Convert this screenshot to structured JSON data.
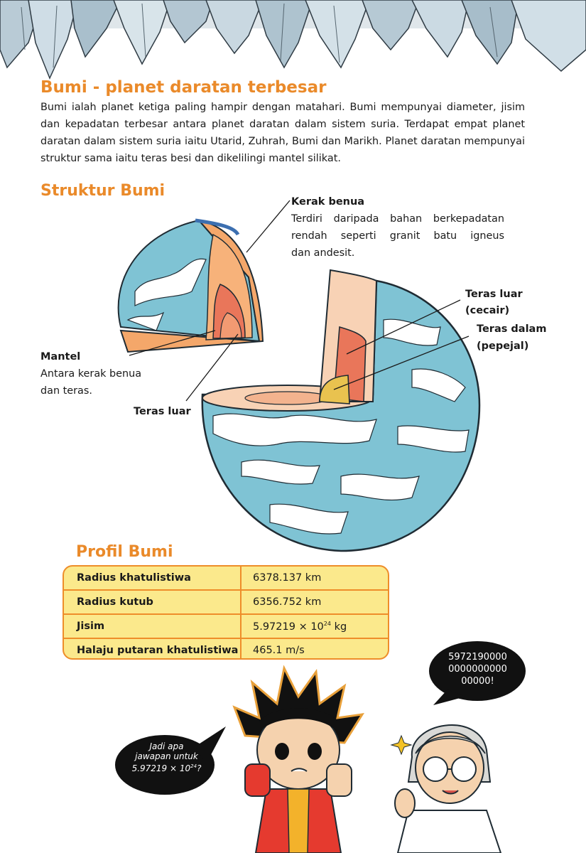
{
  "header": {
    "title": "Bumi - planet daratan terbesar",
    "intro": "Bumi ialah planet ketiga paling hampir dengan matahari. Bumi mempunyai diameter, jisim dan kepadatan terbesar antara planet daratan dalam sistem suria. Terdapat empat planet daratan dalam sistem suria iaitu Utarid, Zuhrah, Bumi dan Marikh. Planet daratan mempunyai struktur sama iaitu teras besi dan dikelilingi mantel silikat."
  },
  "structure": {
    "title": "Struktur Bumi",
    "labels": {
      "crust_title": "Kerak benua",
      "crust_desc_1": "Terdiri daripada bahan berkepadatan",
      "crust_desc_2": "rendah seperti granit batu igneus",
      "crust_desc_3": "dan andesit.",
      "mantle_title": "Mantel",
      "mantle_desc_1": "Antara kerak benua",
      "mantle_desc_2": "dan teras.",
      "outer_core_left": "Teras luar",
      "outer_core_right_1": "Teras luar",
      "outer_core_right_2": "(cecair)",
      "inner_core_1": "Teras dalam",
      "inner_core_2": "(pepejal)"
    }
  },
  "profile": {
    "title": "Profil Bumi",
    "rows": [
      {
        "label": "Radius khatulistiwa",
        "value": "6378.137 km"
      },
      {
        "label": "Radius kutub",
        "value": "6356.752 km"
      },
      {
        "label": "Jisim",
        "value_base": "5.97219 × 10",
        "value_exp": "24",
        "value_unit": " kg"
      },
      {
        "label": "Halaju putaran khatulistiwa",
        "value": "465.1 m/s"
      }
    ]
  },
  "comic": {
    "left_bubble_1": "Jadi apa",
    "left_bubble_2": "jawapan untuk",
    "left_bubble_3_base": "5.97219 × 10",
    "left_bubble_3_exp": "24",
    "left_bubble_3_end": "?",
    "right_bubble_1": "5972190000",
    "right_bubble_2": "0000000000",
    "right_bubble_3": "00000!"
  },
  "colors": {
    "accent_orange": "#ea8a2a",
    "table_fill": "#fbe98c",
    "ocean": "#7fc3d4",
    "bubble": "#111111"
  }
}
